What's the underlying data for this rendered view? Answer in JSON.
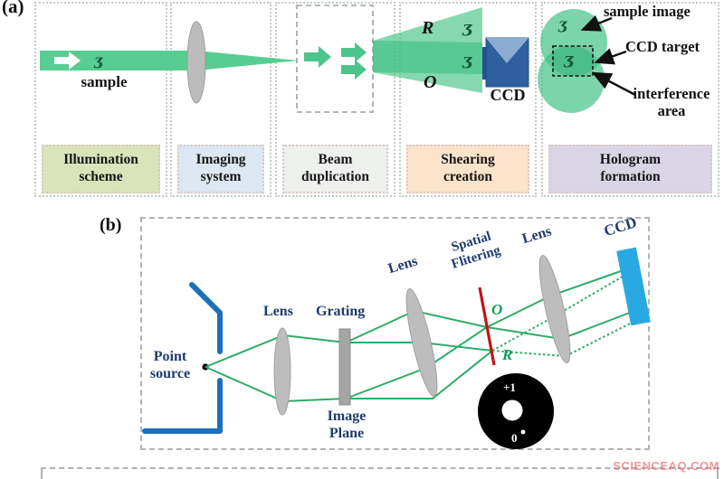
{
  "panel_a": {
    "tag": "(a)",
    "sample_label": "sample",
    "sample_glyph": "ʒ",
    "beam_r_label": "R",
    "beam_o_label": "O",
    "ccd_label": "CCD",
    "annotations": {
      "sample_image": "sample image",
      "ccd_target": "CCD target",
      "interference_area": "interference area"
    },
    "stages": [
      {
        "label": "Illumination scheme",
        "color": "#d9e4bb"
      },
      {
        "label": "Imaging system",
        "color": "#dde7f3"
      },
      {
        "label": "Beam duplication",
        "color": "#eef0ee"
      },
      {
        "label": "Shearing creation",
        "color": "#fbe4cb"
      },
      {
        "label": "Hologram formation",
        "color": "#d9d5e7"
      }
    ]
  },
  "panel_b": {
    "tag": "(b)",
    "labels": {
      "point_source": "Point source",
      "lens1": "Lens",
      "grating": "Grating",
      "image_plane": "Image Plane",
      "lens2": "Lens",
      "spatial_filtering": "Spatial Flitering",
      "lens3": "Lens",
      "ccd": "CCD",
      "o_beam": "O",
      "r_beam": "R",
      "plus_one_order": "+1",
      "zero_order": "0"
    }
  },
  "watermark": "SCIENCEAQ.COM",
  "colors": {
    "beam_green": "#57cd92",
    "beam_overlap_green": "#35ba7e",
    "ray_green": "#2dab67",
    "filter_red": "#c41414",
    "ccd_cyan": "#29a9e2",
    "optic_blue": "#1c6fbb",
    "label_navy": "#1e3a6e",
    "ccd_cube_blue": "#2e5f9e"
  }
}
